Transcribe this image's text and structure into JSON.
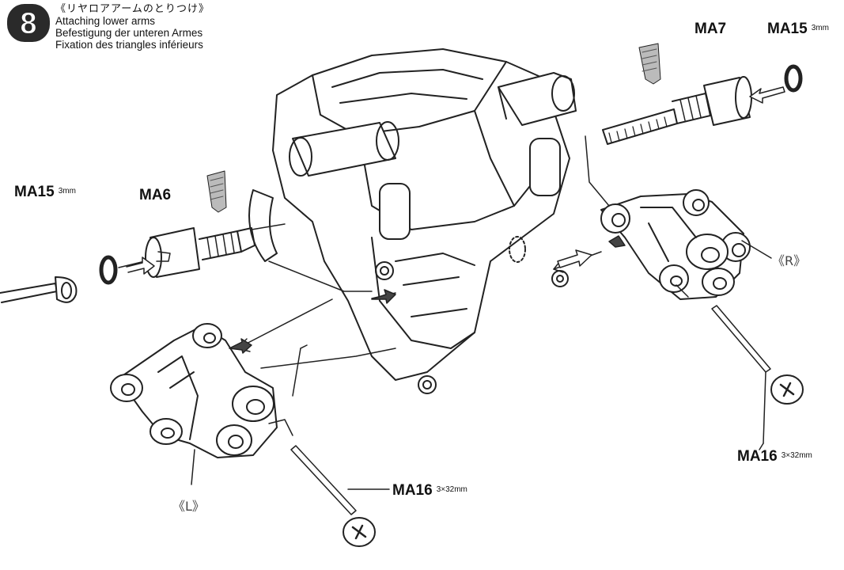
{
  "step": {
    "number": "8",
    "title_jp": "《リヤロアアームのとりつけ》",
    "title_en": "Attaching lower arms",
    "title_de": "Befestigung der unteren Armes",
    "title_fr": "Fixation des triangles inférieurs"
  },
  "parts": {
    "ma7": {
      "code": "MA7"
    },
    "ma15_right": {
      "code": "MA15",
      "size": "3mm"
    },
    "ma15_left": {
      "code": "MA15",
      "size": "3mm"
    },
    "ma6": {
      "code": "MA6"
    },
    "ma16_right": {
      "code": "MA16",
      "size": "3×32mm"
    },
    "ma16_left": {
      "code": "MA16",
      "size": "3×32mm"
    }
  },
  "sides": {
    "right": "《R》",
    "left": "《L》"
  }
}
